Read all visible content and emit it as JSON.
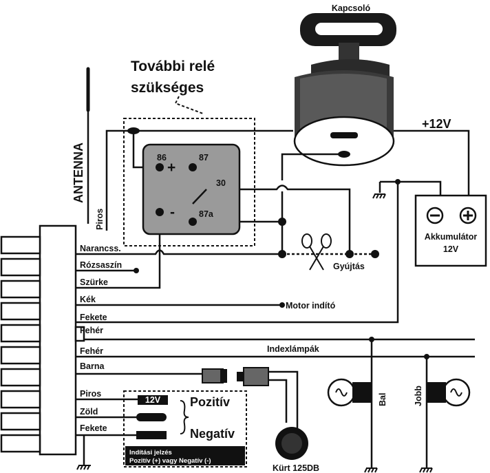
{
  "labels": {
    "ignition_switch": "Kapcsoló",
    "extra_relay_line1": "További relé",
    "extra_relay_line2": "szükséges",
    "plus12v": "+12V",
    "antenna": "ANTENNA",
    "battery": "Akkumulátor",
    "battery_voltage": "12V",
    "ignition": "Gyújtás",
    "starter_motor": "Motor indító",
    "indicator_lamps": "Indexlámpák",
    "left": "Bal",
    "right": "Jobb",
    "horn": "Kürt 125DB",
    "signal_voltage": "12V",
    "positive": "Pozitív",
    "negative": "Negatív",
    "signal_note_line1": "Indítási jelzés",
    "signal_note_line2": "Pozitív (+) vagy Negatív (-)"
  },
  "relay": {
    "pin86": "86",
    "pin87": "87",
    "pin30": "30",
    "pin87a": "87a",
    "plus": "+",
    "minus": "-"
  },
  "wires": [
    "Piros",
    "Narancss.",
    "Rózsaszín",
    "Szürke",
    "Kék",
    "Fekete",
    "Fehér",
    "Fehér",
    "Barna",
    "Piros",
    "Zöld",
    "Fekete"
  ]
}
